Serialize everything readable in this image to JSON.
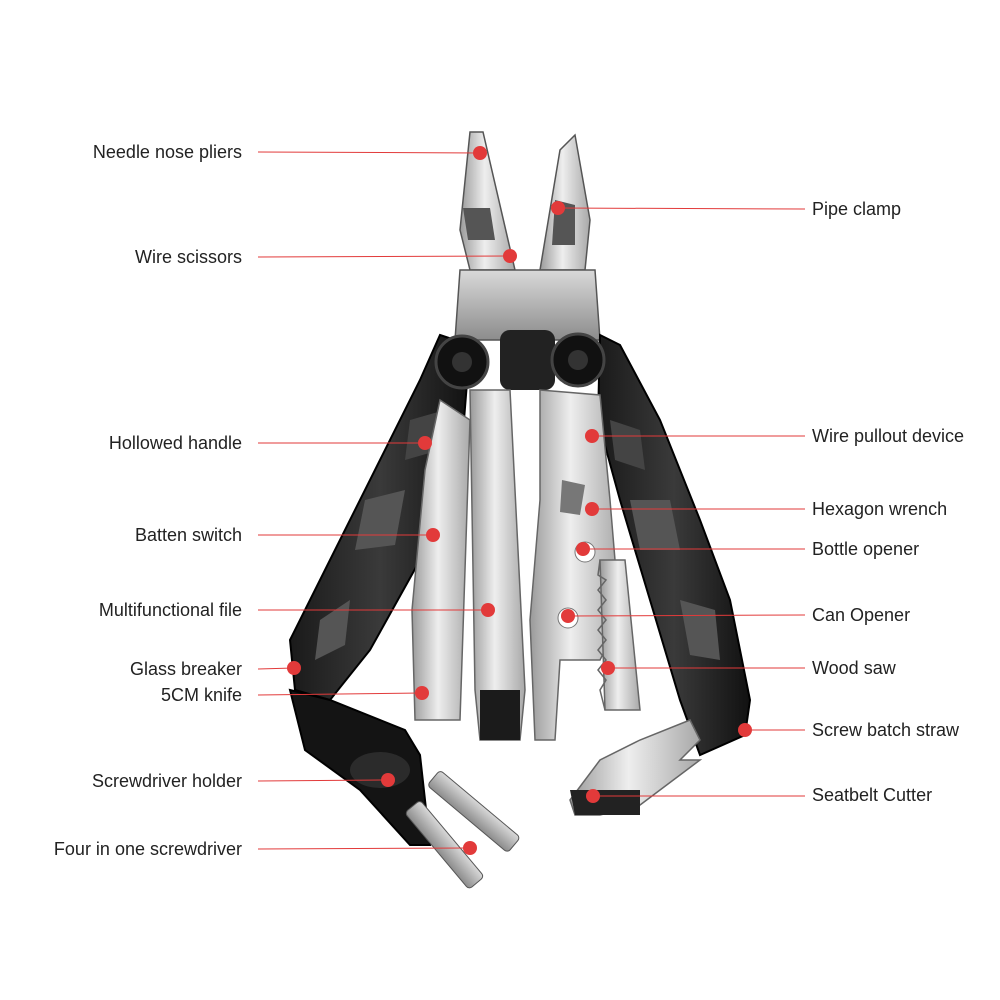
{
  "diagram": {
    "accent_color": "#e23a3a",
    "callouts_left": [
      {
        "id": "needle-nose-pliers",
        "label": "Needle nose pliers"
      },
      {
        "id": "wire-scissors",
        "label": "Wire scissors"
      },
      {
        "id": "hollowed-handle",
        "label": "Hollowed handle"
      },
      {
        "id": "batten-switch",
        "label": "Batten switch"
      },
      {
        "id": "multifunctional-file",
        "label": "Multifunctional file"
      },
      {
        "id": "glass-breaker",
        "label": "Glass breaker"
      },
      {
        "id": "5cm-knife",
        "label": "5CM knife"
      },
      {
        "id": "screwdriver-holder",
        "label": "Screwdriver holder"
      },
      {
        "id": "four-in-one-screwdriver",
        "label": "Four in one screwdriver"
      }
    ],
    "callouts_right": [
      {
        "id": "pipe-clamp",
        "label": "Pipe clamp"
      },
      {
        "id": "wire-pullout-device",
        "label": "Wire pullout device"
      },
      {
        "id": "hexagon-wrench",
        "label": "Hexagon wrench"
      },
      {
        "id": "bottle-opener",
        "label": "Bottle opener"
      },
      {
        "id": "can-opener",
        "label": "Can Opener"
      },
      {
        "id": "wood-saw",
        "label": "Wood saw"
      },
      {
        "id": "screw-batch-straw",
        "label": "Screw batch straw"
      },
      {
        "id": "seatbelt-cutter",
        "label": "Seatbelt Cutter"
      }
    ]
  }
}
